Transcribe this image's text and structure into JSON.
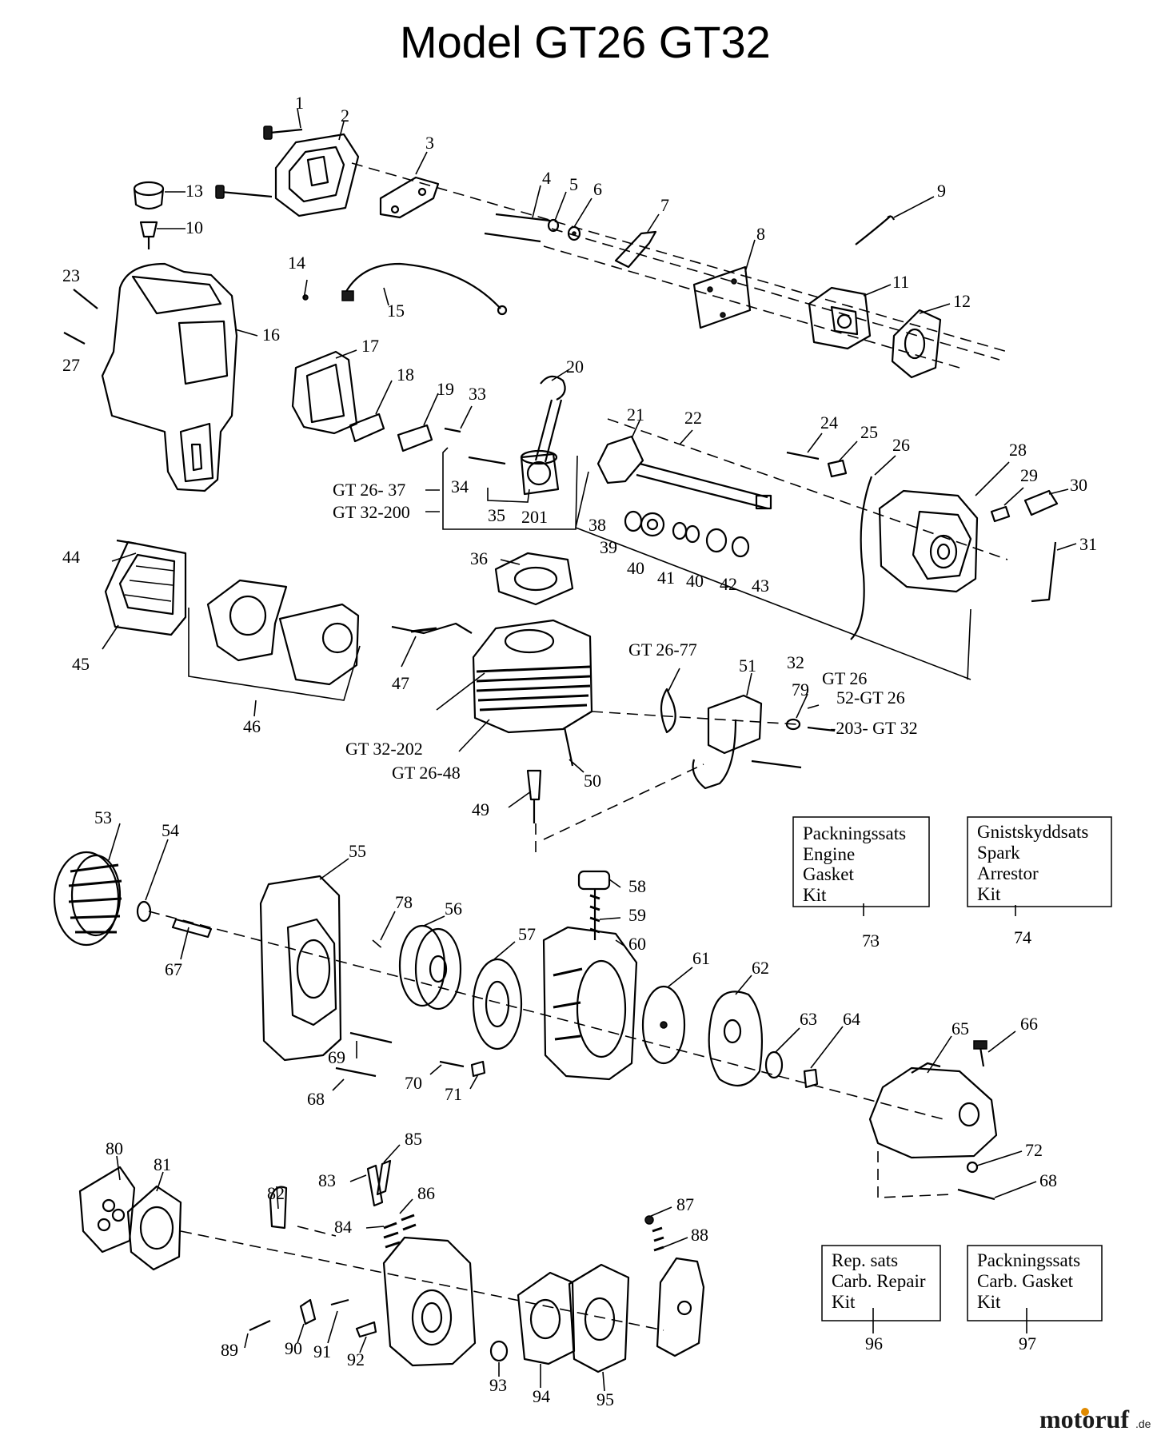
{
  "title": "Model GT26 GT32",
  "labels": {
    "p1": "1",
    "p2": "2",
    "p3": "3",
    "p4": "4",
    "p5": "5",
    "p6": "6",
    "p7": "7",
    "p8": "8",
    "p9": "9",
    "p10": "10",
    "p11": "11",
    "p12": "12",
    "p13": "13",
    "p14": "14",
    "p15": "15",
    "p16": "16",
    "p17": "17",
    "p18": "18",
    "p19": "19",
    "p20": "20",
    "p21": "21",
    "p22": "22",
    "p23": "23",
    "p24": "24",
    "p25": "25",
    "p26": "26",
    "p27": "27",
    "p28": "28",
    "p29": "29",
    "p30": "30",
    "p31": "31",
    "p32": "32",
    "p33": "33",
    "p34": "34",
    "p35": "35",
    "p201": "201",
    "p36": "36",
    "p38": "38",
    "p39": "39",
    "p40a": "40",
    "p41": "41",
    "p40b": "40",
    "p42": "42",
    "p43": "43",
    "p44": "44",
    "p45": "45",
    "p46": "46",
    "p47": "47",
    "p49": "49",
    "p50": "50",
    "p51": "51",
    "p53": "53",
    "p54": "54",
    "p55": "55",
    "p56": "56",
    "p57": "57",
    "p58": "58",
    "p59": "59",
    "p60": "60",
    "p61": "61",
    "p62": "62",
    "p63": "63",
    "p64": "64",
    "p65": "65",
    "p66": "66",
    "p67": "67",
    "p68a": "68",
    "p69": "69",
    "p70": "70",
    "p71": "71",
    "p72": "72",
    "p68b": "68",
    "p73": "73",
    "p74": "74",
    "p78": "78",
    "p79": "79",
    "p80": "80",
    "p81": "81",
    "p82": "82",
    "p83": "83",
    "p84": "84",
    "p85": "85",
    "p86": "86",
    "p87": "87",
    "p88": "88",
    "p89": "89",
    "p90": "90",
    "p91": "91",
    "p92": "92",
    "p93": "93",
    "p94": "94",
    "p95": "95",
    "p96": "96",
    "p97": "97",
    "gt26_37": "GT 26-  37",
    "gt32_200": "GT 32-200",
    "gt26_77": "GT 26-77",
    "gt26_a": "GT 26",
    "gt26_52": "52-GT 26",
    "gt32_203": "-203- GT 32",
    "gt32_202": "GT 32-202",
    "gt26_48": "GT 26-48"
  },
  "kits": {
    "k73": [
      "Packningssats",
      "Engine",
      "Gasket",
      "Kit"
    ],
    "k74": [
      "Gnistskyddsats",
      "Spark",
      "Arrestor",
      "Kit"
    ],
    "k96": [
      "Rep. sats",
      "Carb. Repair",
      "Kit"
    ],
    "k97": [
      "Packningssats",
      "Carb. Gasket",
      "Kit"
    ]
  },
  "watermark": {
    "brand": "motoruf",
    "tld": ".de",
    "brand_color": "#1a1a1a",
    "dot_color": "#e08a00"
  }
}
